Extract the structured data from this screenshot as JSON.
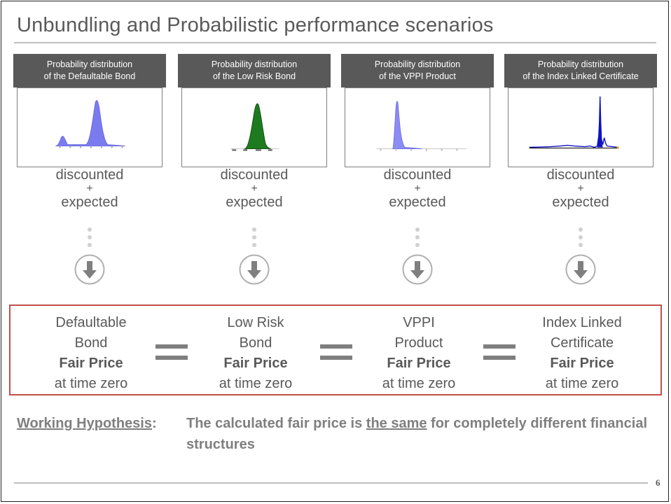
{
  "slide": {
    "title": "Unbundling and Probabilistic performance scenarios",
    "page_number": "6"
  },
  "columns": [
    {
      "header_line1": "Probability distribution",
      "header_line2": "of the Defaultable Bond",
      "chart_color": "#7b7bf0",
      "disc1": "discounted",
      "plus": "+",
      "disc2": "expected"
    },
    {
      "header_line1": "Probability distribution",
      "header_line2": "of the Low Risk Bond",
      "chart_color": "#1e7a1e",
      "disc1": "discounted",
      "plus": "+",
      "disc2": "expected"
    },
    {
      "header_line1": "Probability distribution",
      "header_line2": "of the VPPI Product",
      "chart_color": "#8c8cf5",
      "disc1": "discounted",
      "plus": "+",
      "disc2": "expected"
    },
    {
      "header_line1": "Probability distribution",
      "header_line2": "of the Index Linked Certificate",
      "chart_color": "#1010c8",
      "disc1": "discounted",
      "plus": "+",
      "disc2": "expected"
    }
  ],
  "results": [
    {
      "line1": "Defaultable",
      "line2": "Bond",
      "line3": "Fair Price",
      "line4": "at time zero"
    },
    {
      "line1": "Low Risk",
      "line2": "Bond",
      "line3": "Fair Price",
      "line4": "at time zero"
    },
    {
      "line1": "VPPI",
      "line2": "Product",
      "line3": "Fair Price",
      "line4": "at time zero"
    },
    {
      "line1": "Index Linked",
      "line2": "Certificate",
      "line3": "Fair Price",
      "line4": "at time zero"
    }
  ],
  "hypothesis": {
    "label": "Working Hypothesis",
    "colon": ":",
    "text_before": "The calculated fair price is ",
    "text_emph": "the same",
    "text_after": " for completely different financial structures"
  },
  "colors": {
    "accent_red": "#c0504d",
    "header_gray": "#595959",
    "text_gray": "#595959"
  }
}
